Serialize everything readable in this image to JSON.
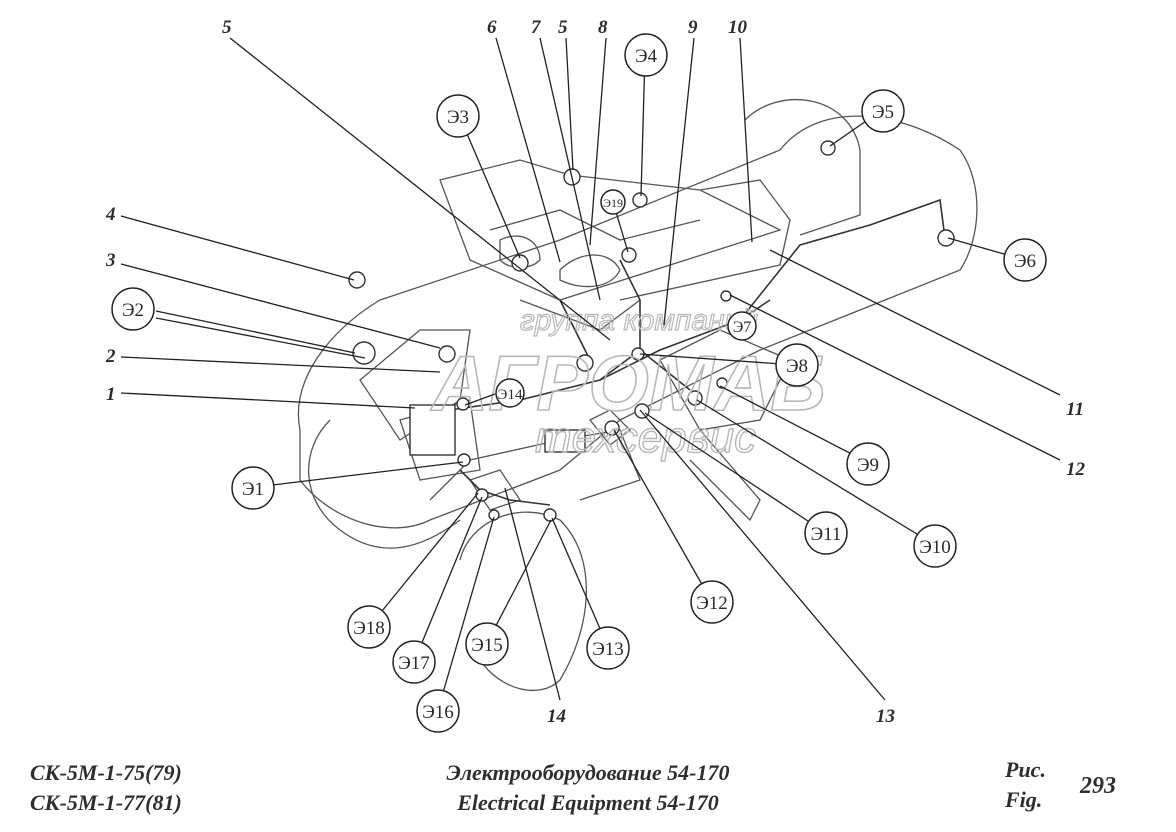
{
  "labels": {
    "n1": "1",
    "n2": "2",
    "n3": "3",
    "n4": "4",
    "n5a": "5",
    "n5b": "5",
    "n6": "6",
    "n7": "7",
    "n8": "8",
    "n9": "9",
    "n10": "10",
    "n11": "11",
    "n12": "12",
    "n13": "13",
    "n14": "14"
  },
  "elements": {
    "e1": "Э1",
    "e2": "Э2",
    "e3": "Э3",
    "e4": "Э4",
    "e5": "Э5",
    "e6": "Э6",
    "e7": "Э7",
    "e8": "Э8",
    "e9": "Э9",
    "e10": "Э10",
    "e11": "Э11",
    "e12": "Э12",
    "e13": "Э13",
    "e14": "Э14",
    "e15": "Э15",
    "e16": "Э16",
    "e17": "Э17",
    "e18": "Э18",
    "e19": "Э19"
  },
  "watermark": {
    "line1": "группа компаний",
    "line2": "АГРОМАБ",
    "line3": "техсервис"
  },
  "footer": {
    "model1": "СК-5М-1-75(79)",
    "model2": "СК-5М-1-77(81)",
    "title_ru": "Электрооборудование 54-170",
    "title_en": "Electrical Equipment 54-170",
    "fig_ru": "Рис.",
    "fig_en": "Fig.",
    "fig_number": "293"
  }
}
